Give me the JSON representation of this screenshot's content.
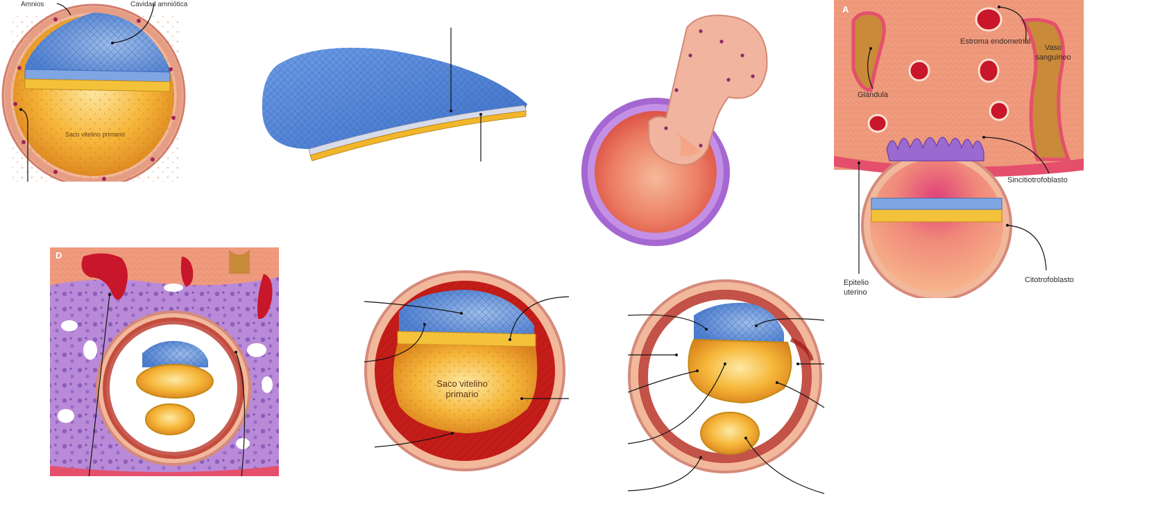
{
  "panels": {
    "top_left": {
      "label_amnios": "Amnios",
      "label_cavidad": "Cavidad amniótica",
      "label_saco": "Saco vitelino primario"
    },
    "panel_a": {
      "letter": "A",
      "label_estroma": "Estroma endometrial",
      "label_vaso_1": "Vaso",
      "label_vaso_2": "sanguíneo",
      "label_glandula": "Glándula",
      "label_sincitio": "Sincitiotrofoblasto",
      "label_epitelio_1": "Epitelio",
      "label_epitelio_2": "uterino",
      "label_citotrofo": "Citotrofoblasto"
    },
    "panel_d": {
      "letter": "D"
    },
    "bottom_middle": {
      "label_saco_1": "Saco vitelino",
      "label_saco_2": "primario"
    }
  }
}
